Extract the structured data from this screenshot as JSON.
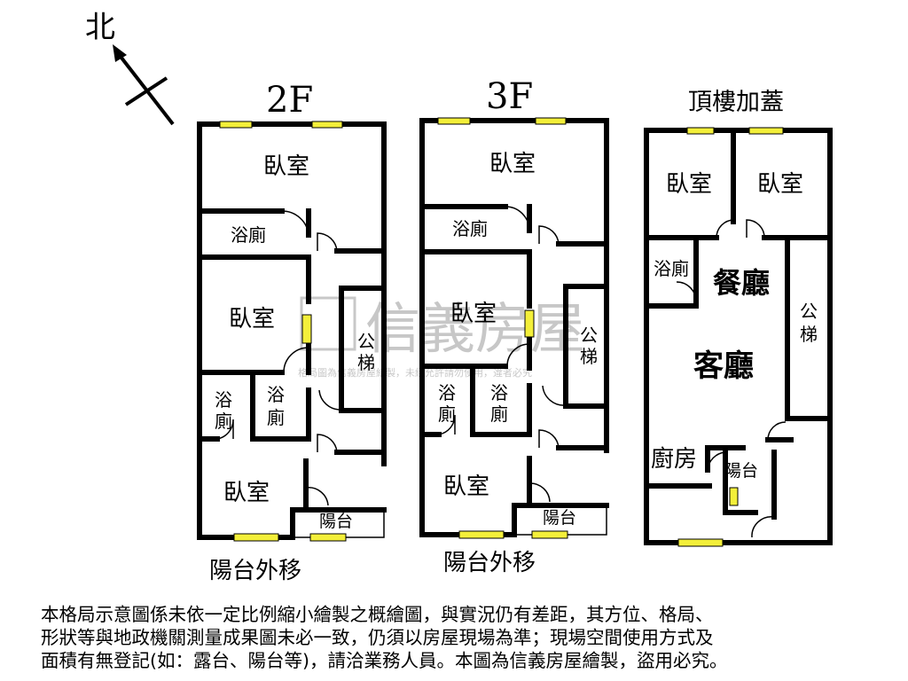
{
  "compass": {
    "north_label": "北"
  },
  "floors": [
    {
      "title": "2F",
      "caption": "陽台外移",
      "rooms": {
        "bedroom_top": "臥室",
        "bath_upper": "浴廁",
        "bedroom_mid": "臥室",
        "bath_left_1": "浴",
        "bath_left_2": "廁",
        "bath_right_1": "浴",
        "bath_right_2": "廁",
        "stair_1": "公",
        "stair_2": "梯",
        "bedroom_bottom": "臥室",
        "balcony": "陽台"
      }
    },
    {
      "title": "3F",
      "caption": "陽台外移",
      "rooms": {
        "bedroom_top": "臥室",
        "bath_upper": "浴廁",
        "bedroom_mid": "臥室",
        "bath_left_1": "浴",
        "bath_left_2": "廁",
        "bath_right_1": "浴",
        "bath_right_2": "廁",
        "stair_1": "公",
        "stair_2": "梯",
        "bedroom_bottom": "臥室",
        "balcony": "陽台"
      }
    },
    {
      "title": "頂樓加蓋",
      "rooms": {
        "bedroom_left": "臥室",
        "bedroom_right": "臥室",
        "bath": "浴廁",
        "dining": "餐廳",
        "living": "客廳",
        "stair_1": "公",
        "stair_2": "梯",
        "kitchen": "廚房",
        "balcony": "陽台"
      }
    }
  ],
  "watermark": {
    "brand": "信義房屋",
    "note": "格局圖為信義房屋繪製，未經允許請勿使用，違者必究"
  },
  "disclaimer": [
    "本格局示意圖係未依一定比例縮小繪製之概繪圖，與實況仍有差距，其方位、格局、",
    "形狀等與地政機關測量成果圖未必一致，仍須以房屋現場為準；現場空間使用方式及",
    "面積有無登記(如：露台、陽台等)，請洽業務人員。本圖為信義房屋繪製，盜用必究。"
  ]
}
